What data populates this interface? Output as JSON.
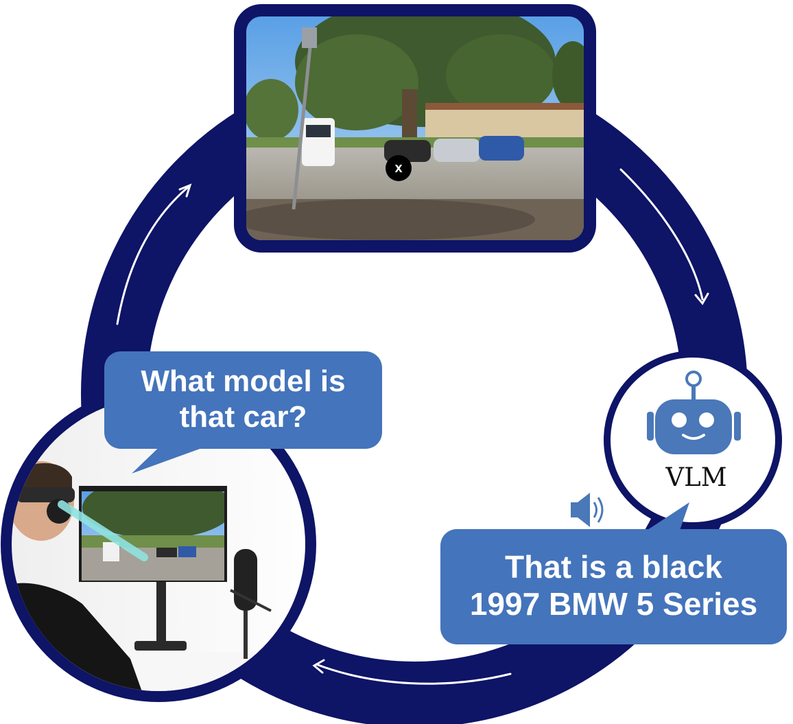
{
  "question_bubble": {
    "line1": "What model is",
    "line2": "that car?"
  },
  "answer_bubble": {
    "line1": "That is a black",
    "line2": "1997 BMW 5 Series"
  },
  "vlm_node": {
    "label": "VLM",
    "icon": "robot-icon"
  },
  "speaker": {
    "icon": "speaker-icon"
  },
  "scene_photo": {
    "gaze_marker": "x"
  },
  "colors": {
    "loop": "#0e1466",
    "bubble": "#4474bb",
    "robot": "#4a78b8",
    "arrow": "#ffffff"
  }
}
